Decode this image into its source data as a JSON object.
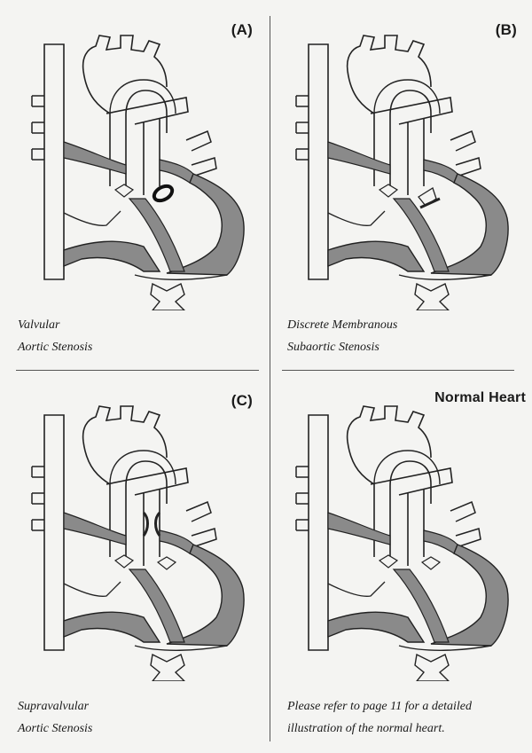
{
  "panels": [
    {
      "label": "(A)",
      "caption": [
        "Valvular",
        "Aortic Stenosis"
      ]
    },
    {
      "label": "(B)",
      "caption": [
        "Discrete Membranous",
        "Subaortic Stenosis"
      ]
    },
    {
      "label": "(C)",
      "caption": [
        "Supravalvular",
        "Aortic Stenosis"
      ]
    },
    {
      "label": "Normal Heart",
      "caption": [
        "Please refer to page 11 for a detailed",
        "illustration of the normal heart."
      ]
    }
  ],
  "colors": {
    "wall": "#8a8a8a",
    "line": "#222222",
    "paper": "#f4f4f2"
  }
}
